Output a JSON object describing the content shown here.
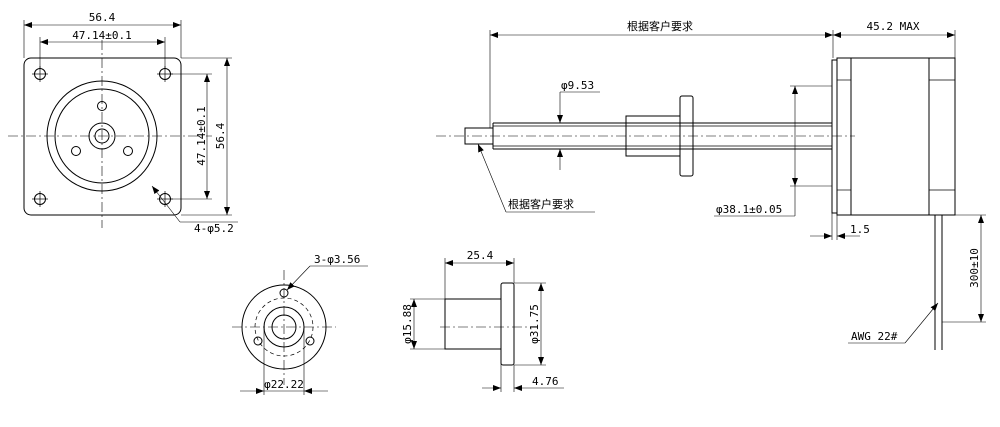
{
  "front_view": {
    "dim_width": "56.4",
    "dim_hole_spacing": "47.14±0.1",
    "dim_hole_spacing_v": "47.14±0.1",
    "dim_height": "56.4",
    "label_mount_holes": "4-φ5.2"
  },
  "side_view": {
    "dim_length": "根据客户要求",
    "dim_body_length": "45.2 MAX",
    "dim_screw_diameter": "φ9.53",
    "label_customer": "根据客户要求",
    "dim_pilot_diameter": "φ38.1±0.05",
    "dim_pilot_height": "1.5",
    "dim_cable_length": "300±10",
    "label_wire_gauge": "AWG 22#"
  },
  "nut_front": {
    "label_holes": "3-φ3.56",
    "dim_hole_circle": "φ22.22"
  },
  "nut_side": {
    "dim_length": "25.4",
    "dim_body_diameter": "φ15.88",
    "dim_flange_diameter": "φ31.75",
    "dim_flange_thickness": "4.76"
  }
}
